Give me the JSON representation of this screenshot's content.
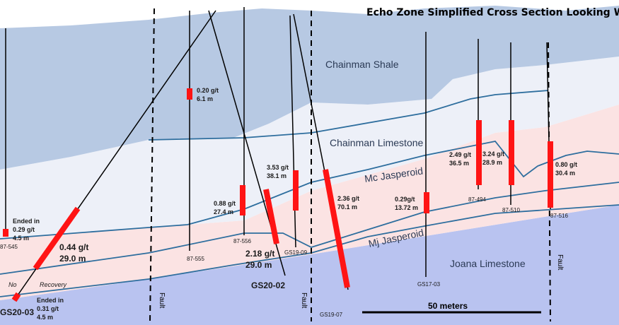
{
  "title": "Echo Zone Simplified Cross Section Looking West",
  "units": {
    "shale": "Chainman Shale",
    "limestone": "Chainman Limestone",
    "mc": "Mc Jasperoid",
    "mj": "Mj Jasperoid",
    "joana": "Joana Limestone"
  },
  "faults": [
    "Fault",
    "Fault",
    "Fault"
  ],
  "scale_bar": "50 meters",
  "drillholes": {
    "h87_545": {
      "id": "87-545",
      "l1": "Ended in",
      "l2": "0.29 g/t",
      "l3": "4.5 m"
    },
    "gs20_03": {
      "id": "GS20-03",
      "no_recovery_1": "No",
      "no_recovery_2": "Recovery",
      "l1": "Ended in",
      "l2": "0.31 g/t",
      "l3": "4.5 m",
      "g": "0.44 g/t",
      "m": "29.0 m"
    },
    "h87_555": {
      "id": "87-555",
      "g": "0.20 g/t",
      "m": "6.1 m"
    },
    "h87_556": {
      "id": "87-556",
      "g": "0.88 g/t",
      "m": "27.4 m"
    },
    "gs20_02": {
      "id": "GS20-02",
      "g": "2.18 g/t",
      "m": "29.0 m"
    },
    "gs19_09": {
      "id": "GS19-09",
      "g": "3.53 g/t",
      "m": "38.1 m"
    },
    "gs19_07": {
      "id": "GS19-07",
      "g": "2.36 g/t",
      "m": "70.1 m"
    },
    "gs17_03": {
      "id": "GS17-03",
      "g": "0.29g/t",
      "m": "13.72 m"
    },
    "h87_494": {
      "id": "87-494",
      "g": "2.49 g/t",
      "m": "36.5 m"
    },
    "h87_510": {
      "id": "87-510",
      "g": "3.24 g/t",
      "m": "28.9 m"
    },
    "h87_516": {
      "id": "87-516",
      "g": "0.80 g/t",
      "m": "30.4 m"
    }
  },
  "colors": {
    "shale": "#b7c9e3",
    "limestone": "#edf0f8",
    "jasperoid": "#fbe3e3",
    "joana": "#b9c3f0",
    "contact": "#2e6e9e",
    "intercept": "#ff1414"
  }
}
